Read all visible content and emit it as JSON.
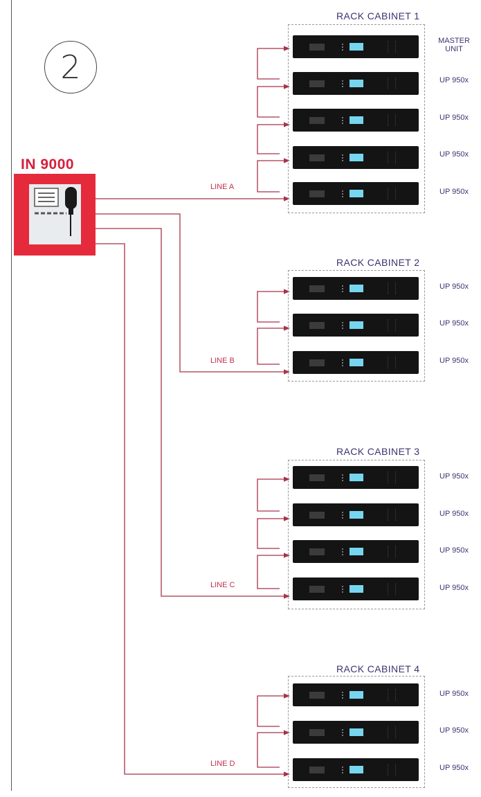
{
  "step": "2",
  "device": {
    "name": "IN 9000"
  },
  "cabinets": [
    {
      "title": "RACK CABINET 1",
      "line": "LINE A",
      "units": [
        "MASTER\nUNIT",
        "UP 950x",
        "UP 950x",
        "UP 950x",
        "UP 950x"
      ]
    },
    {
      "title": "RACK CABINET 2",
      "line": "LINE B",
      "units": [
        "UP 950x",
        "UP 950x",
        "UP 950x"
      ]
    },
    {
      "title": "RACK CABINET 3",
      "line": "LINE C",
      "units": [
        "UP 950x",
        "UP 950x",
        "UP 950x",
        "UP 950x"
      ]
    },
    {
      "title": "RACK CABINET 4",
      "line": "LINE D",
      "units": [
        "UP 950x",
        "UP 950x",
        "UP 950x"
      ]
    }
  ],
  "colors": {
    "accent": "#e52a3c",
    "wire": "#a8324a",
    "label": "#3a3470",
    "display": "#77d6ef"
  }
}
